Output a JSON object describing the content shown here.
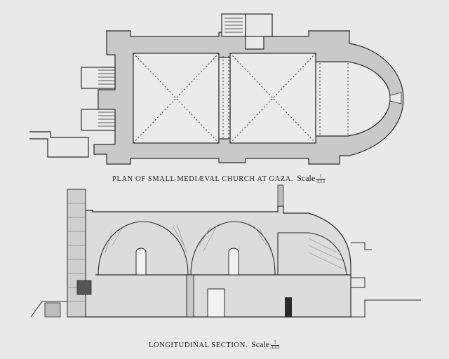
{
  "plan": {
    "caption": "PLAN OF SMALL MEDIÆVAL CHURCH AT GAZA.",
    "scale_label": "Scale",
    "scale_num": "1",
    "scale_den": "333"
  },
  "section": {
    "caption": "LONGITUDINAL SECTION.",
    "scale_label": "Scale",
    "scale_num": "1",
    "scale_den": "333"
  },
  "colors": {
    "paper": "#e9e9e7",
    "wall_fill": "#c9c9c6",
    "ink": "#2a2a2a"
  }
}
